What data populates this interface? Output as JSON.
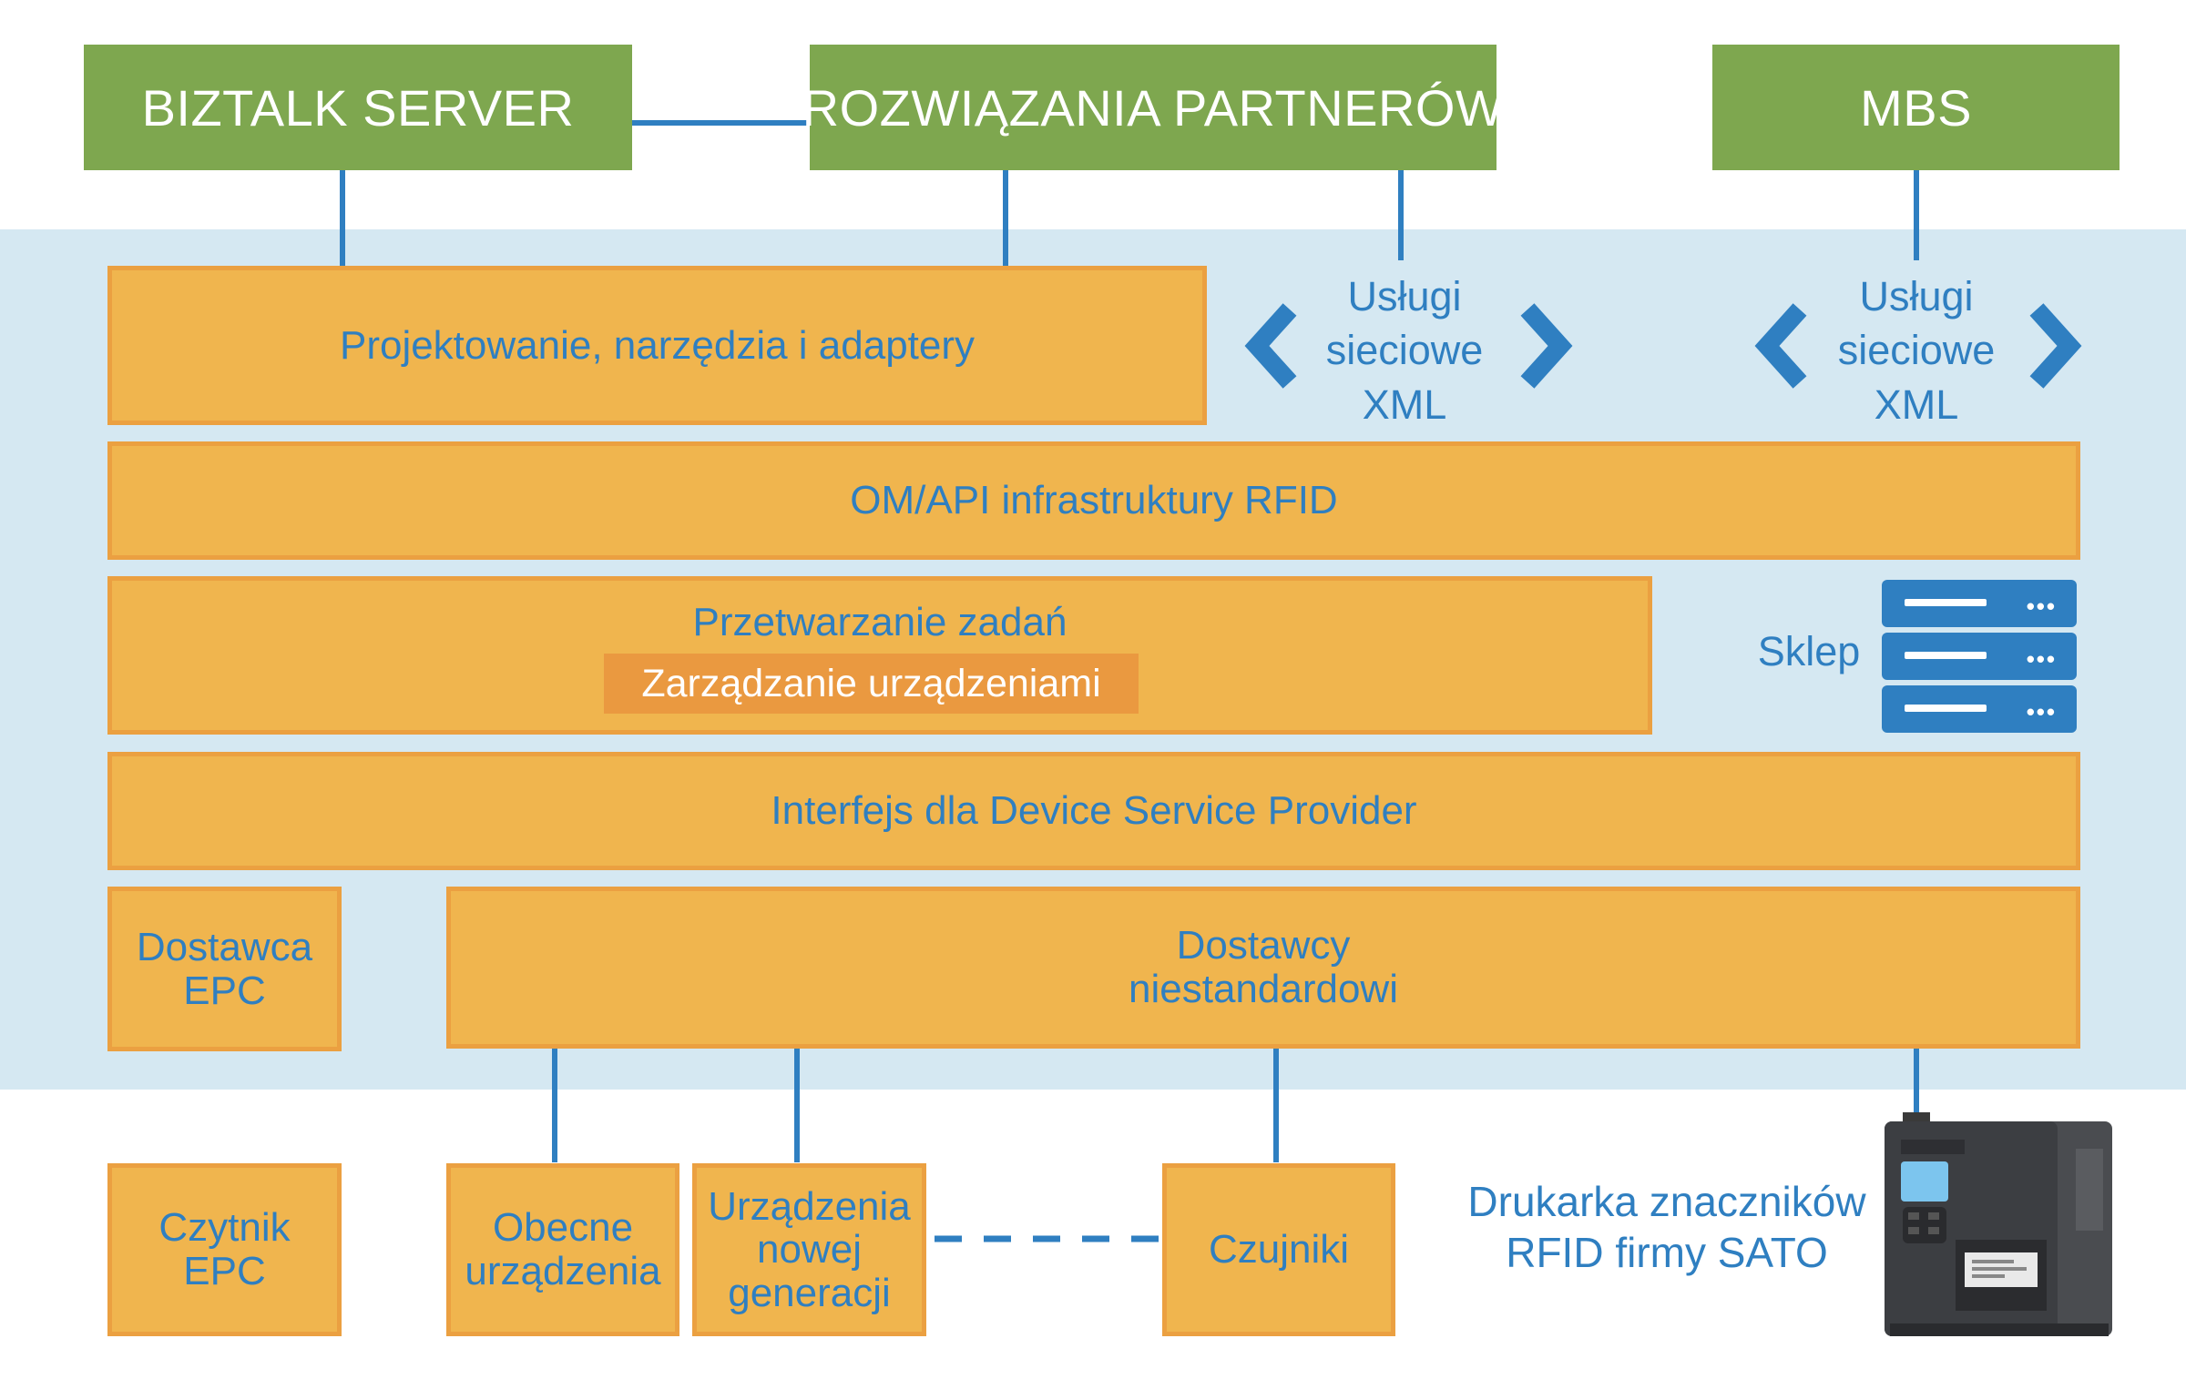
{
  "top": {
    "biztalk": "BIZTALK SERVER",
    "partners": "ROZWIĄZANIA PARTNERÓW",
    "mbs": "MBS"
  },
  "layers": {
    "design": "Projektowanie, narzędzia i adaptery",
    "webservices_1": [
      "Usługi",
      "sieciowe",
      "XML"
    ],
    "webservices_2": [
      "Usługi",
      "sieciowe",
      "XML"
    ],
    "om_api": "OM/API infrastruktury RFID",
    "processing": "Przetwarzanie zadań",
    "device_mgmt": "Zarządzanie urządzeniami",
    "store": "Sklep",
    "dsp_interface": "Interfejs dla Device Service Provider",
    "epc_provider": [
      "Dostawca",
      "EPC"
    ],
    "custom_providers": [
      "Dostawcy",
      "niestandardowi"
    ]
  },
  "devices": {
    "epc_reader": [
      "Czytnik",
      "EPC"
    ],
    "current_devices": [
      "Obecne",
      "urządzenia"
    ],
    "next_gen": [
      "Urządzenia",
      "nowej",
      "generacji"
    ],
    "sensors": "Czujniki",
    "printer_label": [
      "Drukarka znaczników",
      "RFID firmy SATO"
    ]
  },
  "colors": {
    "green": "#7ea74f",
    "orange": "#f0b54e",
    "orange_border": "#eba041",
    "dark_orange": "#ea9940",
    "blue": "#2f7fc1",
    "panel": "#d5e8f2"
  },
  "icons": [
    "chevron-left-icon",
    "chevron-right-icon",
    "server-stack-icon",
    "printer-icon"
  ]
}
